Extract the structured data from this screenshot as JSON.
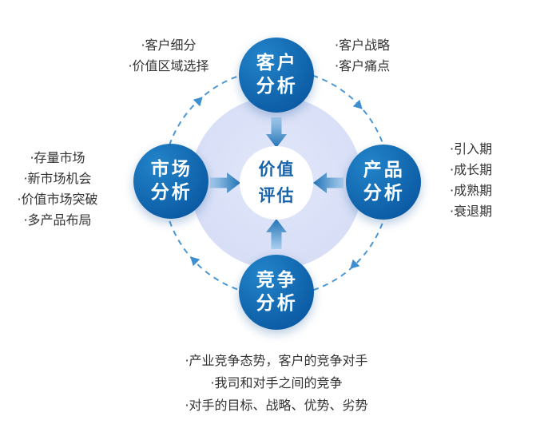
{
  "diagram": {
    "center": {
      "label": "价值评估",
      "lines": [
        "价值",
        "评估"
      ]
    },
    "nodes": [
      {
        "id": "customer-analysis",
        "position": "top",
        "label": "客户分析",
        "lines": [
          "客户",
          "分析"
        ]
      },
      {
        "id": "product-analysis",
        "position": "right",
        "label": "产品分析",
        "lines": [
          "产品",
          "分析"
        ]
      },
      {
        "id": "competition-analysis",
        "position": "bottom",
        "label": "竞争分析",
        "lines": [
          "竞争",
          "分析"
        ]
      },
      {
        "id": "market-analysis",
        "position": "left",
        "label": "市场分析",
        "lines": [
          "市场",
          "分析"
        ]
      }
    ],
    "annotations": {
      "customer_left": {
        "items": [
          "·客户细分",
          "·价值区域选择"
        ]
      },
      "customer_right": {
        "items": [
          "·客户战略",
          "·客户痛点"
        ]
      },
      "market": {
        "items": [
          "·存量市场",
          "·新市场机会",
          "·价值市场突破",
          "·多产品布局"
        ]
      },
      "product": {
        "items": [
          "·引入期",
          "·成长期",
          "·成熟期",
          "·衰退期"
        ]
      },
      "competition": {
        "items": [
          "·产业竞争态势，客户的竞争对手",
          "·我司和对手之间的竞争",
          "·对手的目标、战略、优势、劣势"
        ]
      }
    },
    "flow_direction": "clockwise"
  },
  "colors": {
    "node_fill_dark": "#0b5ba4",
    "node_fill_light": "#2384c9",
    "node_text": "#ffffff",
    "center_text": "#1b63a8",
    "halo_fill": "#d7def6",
    "dashed_stroke": "#4a97d4",
    "arrow_head": "#2173b6",
    "arrow_tail": "#aacfee",
    "annotation_text": "#333333",
    "background": "#ffffff"
  }
}
